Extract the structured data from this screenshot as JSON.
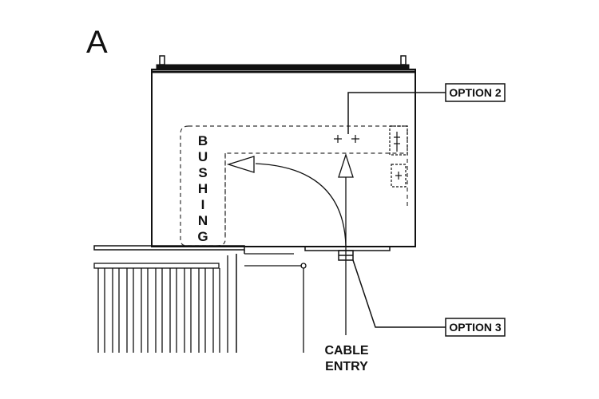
{
  "figure_letter": "A",
  "labels": {
    "option_2": "OPTION 2",
    "option_3": "OPTION 3",
    "bushing": "BUSHING",
    "cable_entry_line1": "CABLE",
    "cable_entry_line2": "ENTRY"
  },
  "colors": {
    "ink": "#111111",
    "background": "#ffffff"
  }
}
